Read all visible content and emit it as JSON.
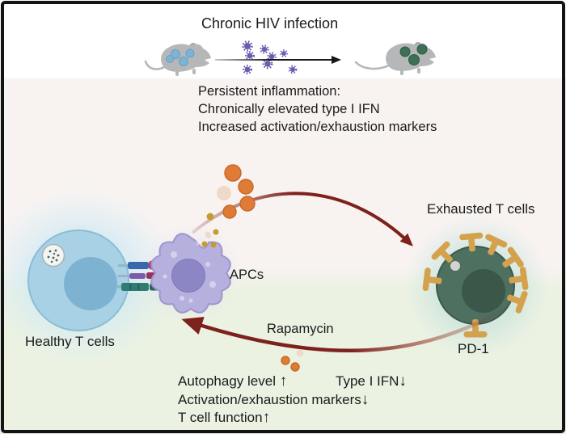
{
  "figure": {
    "title": "Chronic HIV infection",
    "inflammation_lines": [
      "Persistent inflammation:",
      "Chronically elevated type I IFN",
      "Increased activation/exhaustion markers"
    ],
    "labels": {
      "healthy_t_cells": "Healthy T cells",
      "apcs": "APCs",
      "exhausted_t_cells": "Exhausted T cells",
      "pd1": "PD-1",
      "rapamycin": "Rapamycin"
    },
    "effects": [
      {
        "label": "Autophagy level ",
        "arrow": "↑"
      },
      {
        "label": "Type I IFN",
        "arrow": "↓"
      },
      {
        "label": "Activation/exhaustion markers",
        "arrow": "↓"
      },
      {
        "label": "T cell function",
        "arrow": "↑"
      }
    ],
    "colors": {
      "maroon": "#7d211c",
      "orange_dot": "#e07b35",
      "gold_dot": "#c79b31",
      "pale_dot": "#f0d9c8",
      "virus": "#6b5cb0",
      "mouse_gray": "#b5b7b9",
      "mouse_blue_dot": "#7fb3d5",
      "mouse_green_dot": "#3d7056",
      "healthy_cell": "#a8d1e5",
      "healthy_nucleus": "#7eb2d1",
      "apc_body": "#b6b0df",
      "apc_nucleus": "#8d86c4",
      "exhausted_cell": "#4d7060",
      "exhausted_nucleus": "#3a574a",
      "pd1_receptor": "#d4a14d",
      "band_pink": "#f8f3f1",
      "band_green": "#ebf2e2"
    }
  }
}
